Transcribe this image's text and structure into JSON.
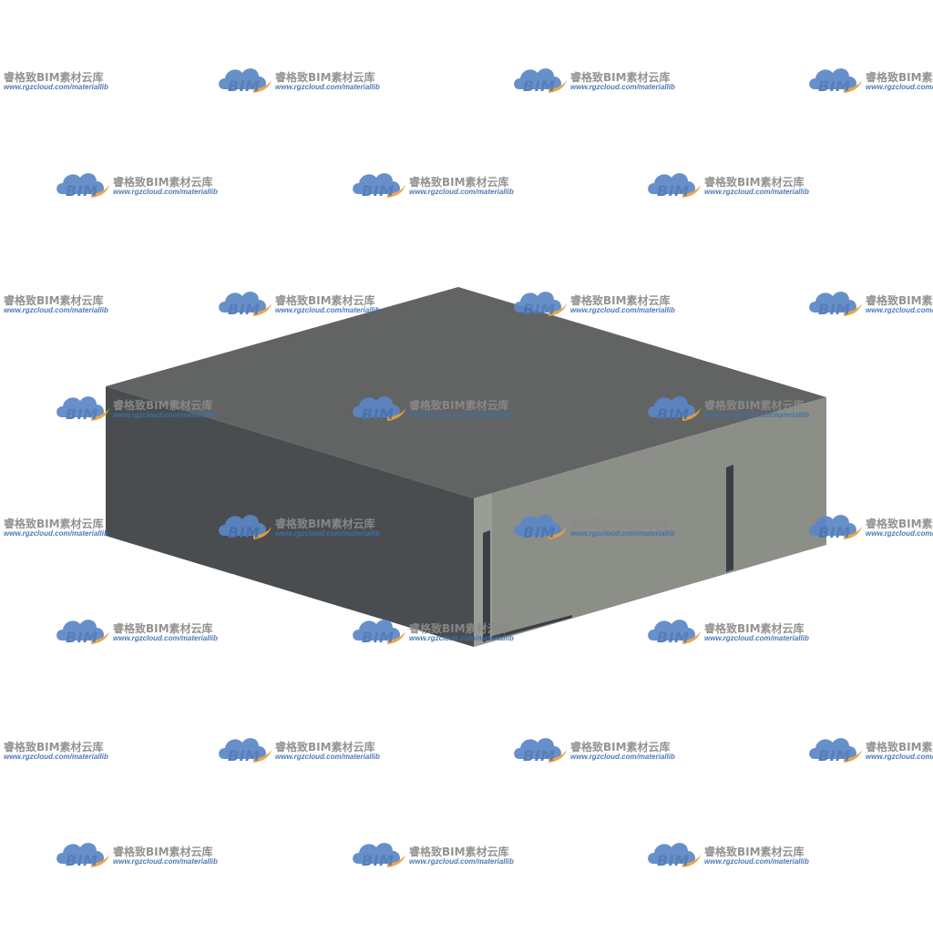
{
  "watermark": {
    "badge": "BIM",
    "title": "睿格致BIM素材云库",
    "url": "www.rgzcloud.com/materiallib",
    "icon": "cloud-logo-icon",
    "colors": {
      "cloud": "#5b87c6",
      "swoosh": "#e8a03c",
      "title": "#8a8a8a",
      "url": "#3f6fb0"
    }
  },
  "model": {
    "icon": "box-object-icon",
    "colors": {
      "top": "#626463",
      "left_face": "#4a4d4f",
      "front_face": "#8c8e88",
      "door_frame": "#9a9c96",
      "door_gap": "#3b3f44"
    }
  }
}
